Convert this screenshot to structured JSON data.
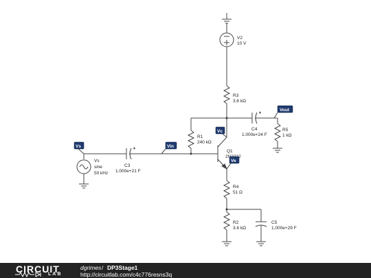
{
  "components": {
    "V2": {
      "name": "V2",
      "value": "10 V"
    },
    "R3": {
      "name": "R3",
      "value": "3.6 kΩ"
    },
    "C4": {
      "name": "C4",
      "value": "1.000e+24 F"
    },
    "R5": {
      "name": "R5",
      "value": "1 kΩ"
    },
    "R1": {
      "name": "R1",
      "value": "240 kΩ"
    },
    "Q1": {
      "name": "Q1",
      "value": "2N2222"
    },
    "Vs": {
      "name": "Vs",
      "type": "sine",
      "value": "50 kHz"
    },
    "C3": {
      "name": "C3",
      "value": "1.000e+21 F"
    },
    "R4": {
      "name": "R4",
      "value": "51 Ω"
    },
    "R2": {
      "name": "R2",
      "value": "3.6 kΩ"
    },
    "C5": {
      "name": "C5",
      "value": "1.000e+29 F"
    }
  },
  "nets": {
    "vout": "Vout",
    "vc": "Vc",
    "vs": "Vs",
    "vin": "Vin",
    "ve": "Ve"
  },
  "footer": {
    "logo_top": "CIRCUIT",
    "logo_bottom": "LAB",
    "user": "dgrimes",
    "separator": "/",
    "title": "DP3Stage1",
    "url": "http://circuitlab.com/c4c776resns3q"
  }
}
